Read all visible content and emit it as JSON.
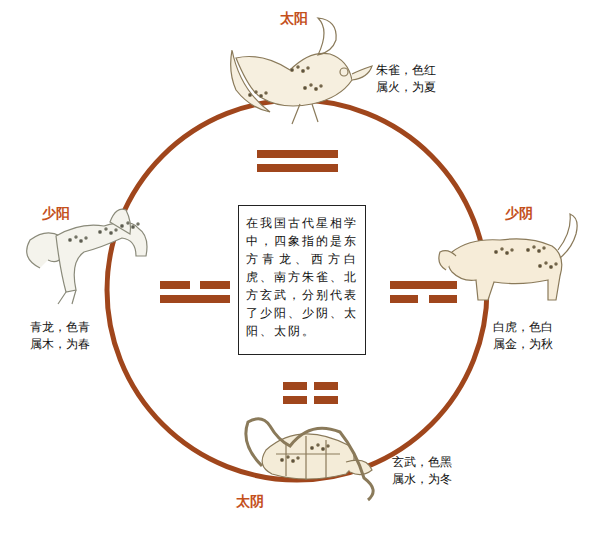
{
  "diagram": {
    "nodes": [
      {
        "text": [
          "在我国古代星相学中，四象指的是东方青龙、西方白虎、南方朱雀、北方玄武，分别代表了少阳、少阴、太阳、太阴。"
        ]
      }
    ],
    "labels": [
      "太阳",
      "朱雀，色红 属火，为夏",
      "少阳",
      "青龙，色青 属木，为春",
      "少阴",
      "白虎，色白 属金，为秋",
      "太阴",
      "玄武，色黑 属水，为冬"
    ]
  }
}
